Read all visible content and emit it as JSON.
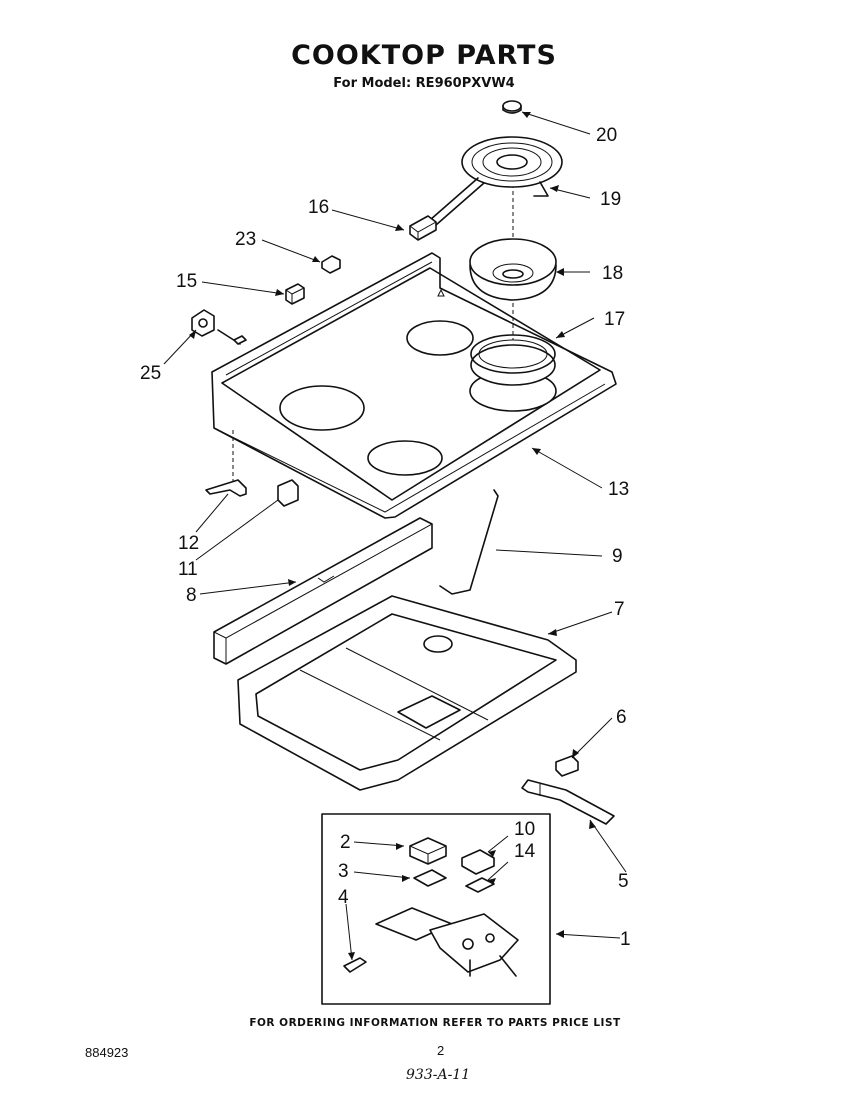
{
  "title": "COOKTOP PARTS",
  "subtitle": "For Model: RE960PXVW4",
  "callouts": {
    "c1": "1",
    "c2": "2",
    "c3": "3",
    "c4": "4",
    "c5": "5",
    "c6": "6",
    "c7": "7",
    "c8": "8",
    "c9": "9",
    "c10": "10",
    "c11": "11",
    "c12": "12",
    "c13": "13",
    "c14": "14",
    "c15": "15",
    "c16": "16",
    "c17": "17",
    "c18": "18",
    "c19": "19",
    "c20": "20",
    "c23": "23",
    "c25": "25"
  },
  "footer": {
    "ordering_note": "FOR ORDERING INFORMATION REFER TO PARTS PRICE LIST",
    "doc_number": "884923",
    "page_number": "2",
    "handwritten_code": "933-A-11"
  }
}
